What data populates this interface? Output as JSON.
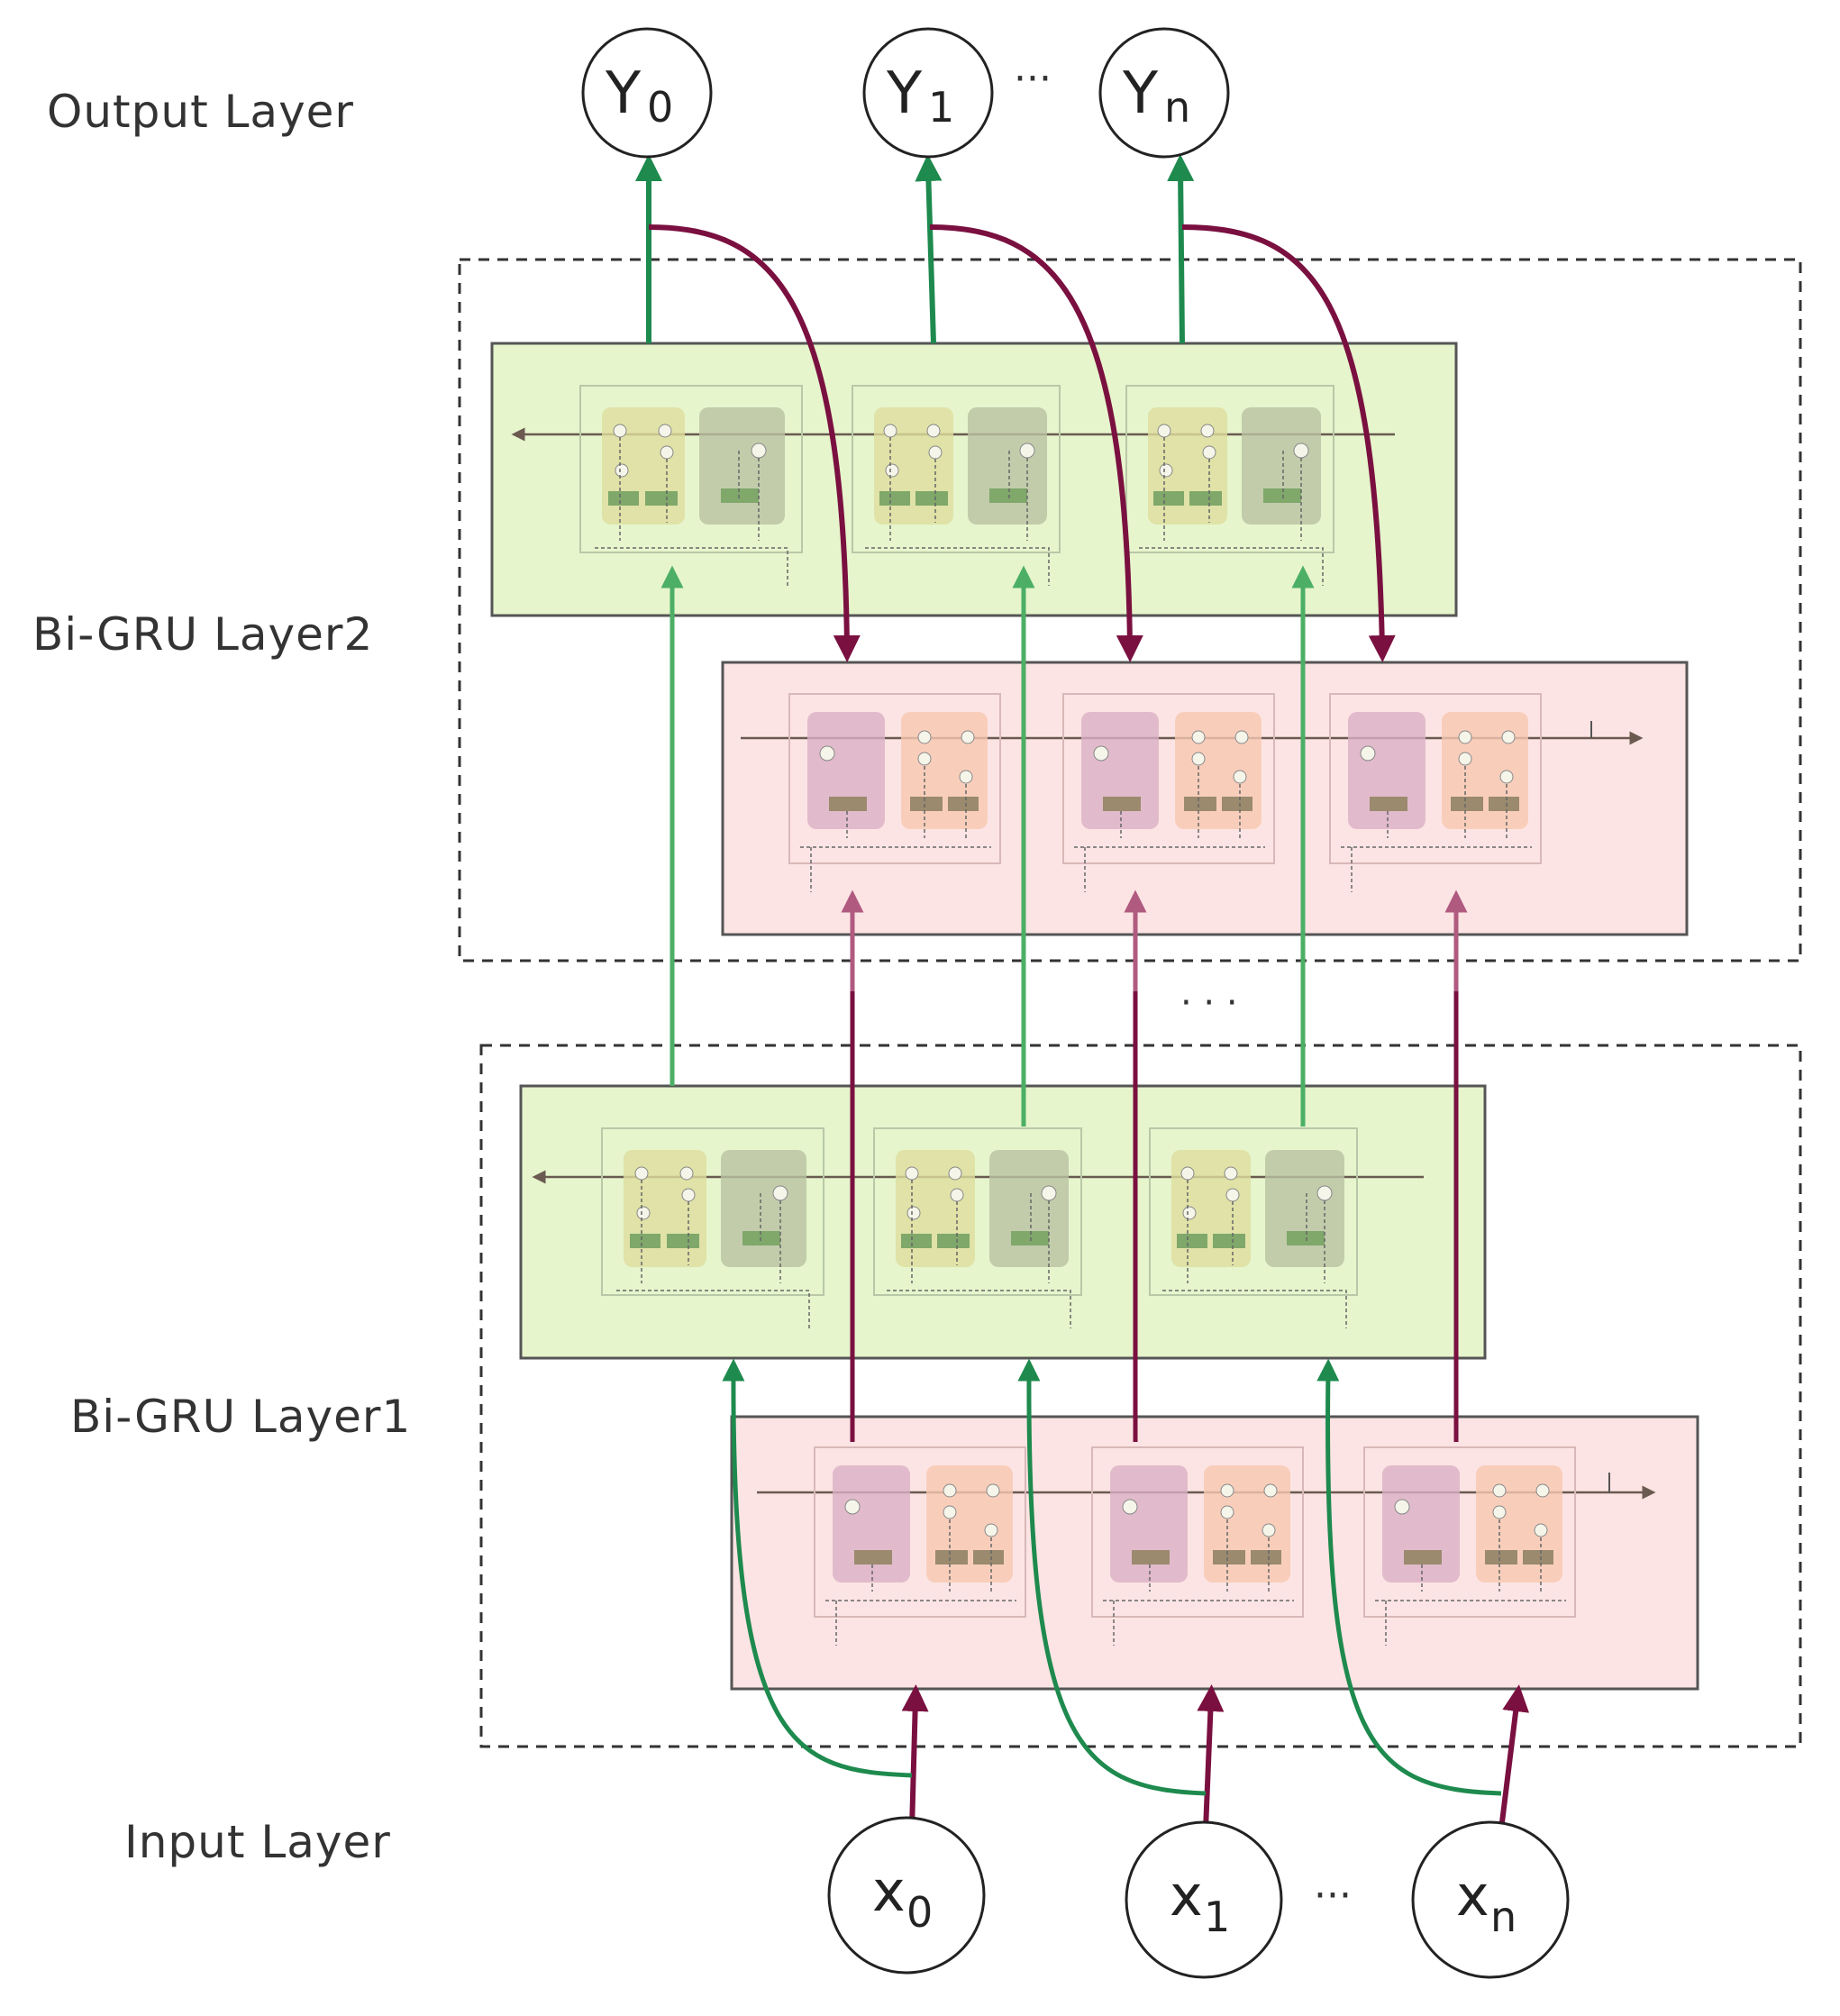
{
  "labels": {
    "output_layer": "Output  Layer",
    "bigru_layer2": "Bi-GRU Layer2",
    "bigru_layer1": "Bi-GRU Layer1",
    "input_layer": "Input Layer",
    "ellipsis": "···",
    "ellipsis_between_layers": "· · ·"
  },
  "output_nodes": [
    {
      "base": "Y",
      "sub": "0"
    },
    {
      "base": "Y",
      "sub": "1"
    },
    {
      "base": "Y",
      "sub": "n"
    }
  ],
  "input_nodes": [
    {
      "base": "x",
      "sub": "0"
    },
    {
      "base": "x",
      "sub": "1"
    },
    {
      "base": "x",
      "sub": "n"
    }
  ],
  "colors": {
    "backward_box_fill": "#e6f5cc",
    "forward_box_fill": "#fde4e4",
    "green_arrow": "#1e8a4e",
    "light_green_arrow": "#4caf65",
    "maroon_arrow": "#7a1040",
    "mauve_arrow": "#b05a80",
    "dashed_border": "#333333"
  }
}
